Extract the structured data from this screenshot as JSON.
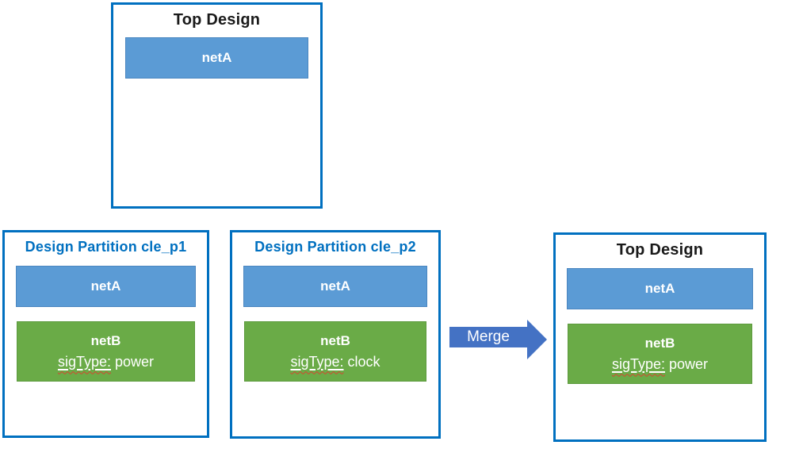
{
  "diagram": {
    "source_top": {
      "title": "Top Design",
      "netA_label": "netA"
    },
    "partition1": {
      "title": "Design Partition cle_p1",
      "netA_label": "netA",
      "netB_label": "netB",
      "sig_label": "sigType:",
      "sig_value": " power"
    },
    "partition2": {
      "title": "Design Partition cle_p2",
      "netA_label": "netA",
      "netB_label": "netB",
      "sig_label": "sigType:",
      "sig_value": " clock"
    },
    "merge": {
      "label": "Merge"
    },
    "result_top": {
      "title": "Top Design",
      "netA_label": "netA",
      "netB_label": "netB",
      "sig_label": "sigType:",
      "sig_value": " power"
    }
  },
  "colors": {
    "box_border_blue": "#0070C0",
    "partition_title_blue": "#0070C0",
    "top_title_black": "#1a1a1a",
    "net_bar_blue": "#5B9BD5",
    "net_bar_blue_border": "#4a86c0",
    "net_bar_green": "#6AAB47",
    "net_bar_green_border": "#5c9a3d",
    "merge_arrow_blue": "#4472C4",
    "spellcheck_squiggle_red": "#d9432f",
    "bar_text_white": "#ffffff"
  }
}
